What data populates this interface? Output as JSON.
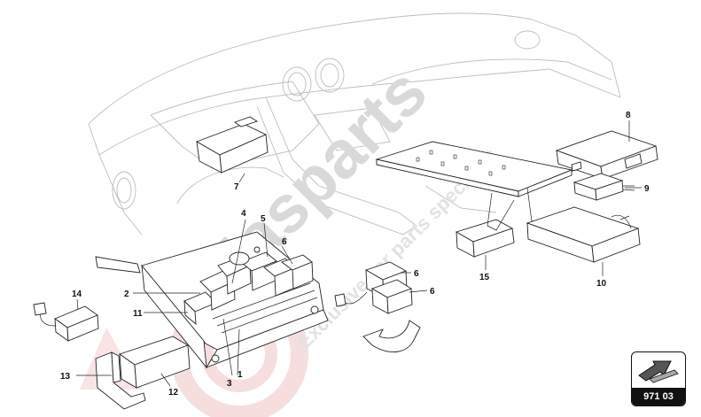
{
  "watermark": {
    "brand": "Masparts",
    "tagline": "Exclusive car parts specialist"
  },
  "figure_ref": "971 03",
  "callouts": [
    {
      "id": "c1",
      "label": "1"
    },
    {
      "id": "c2",
      "label": "2"
    },
    {
      "id": "c3",
      "label": "3"
    },
    {
      "id": "c4",
      "label": "4"
    },
    {
      "id": "c5",
      "label": "5"
    },
    {
      "id": "c6a",
      "label": "6"
    },
    {
      "id": "c6b",
      "label": "6"
    },
    {
      "id": "c6c",
      "label": "6"
    },
    {
      "id": "c7",
      "label": "7"
    },
    {
      "id": "c8",
      "label": "8"
    },
    {
      "id": "c9",
      "label": "9"
    },
    {
      "id": "c10",
      "label": "10"
    },
    {
      "id": "c11",
      "label": "11"
    },
    {
      "id": "c12",
      "label": "12"
    },
    {
      "id": "c13",
      "label": "13"
    },
    {
      "id": "c14",
      "label": "14"
    },
    {
      "id": "c15",
      "label": "15"
    }
  ]
}
